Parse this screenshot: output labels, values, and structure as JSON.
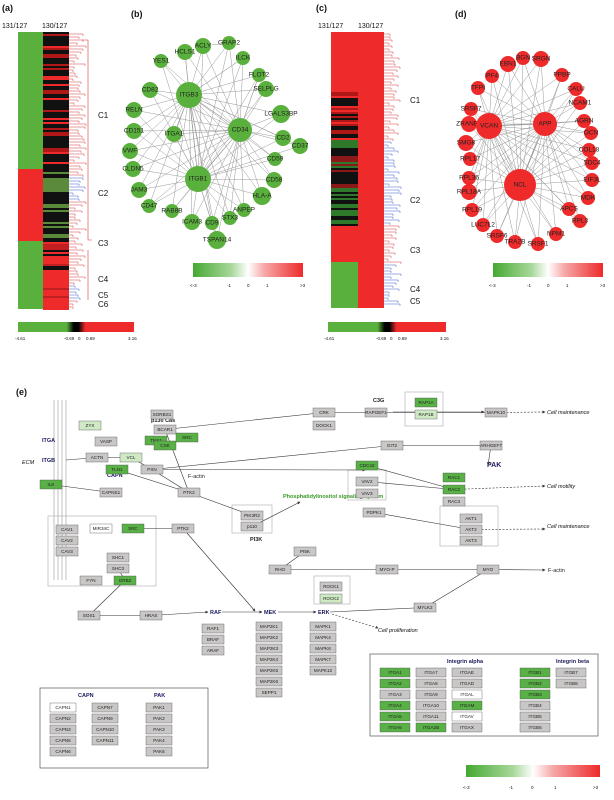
{
  "panels": {
    "a": {
      "label": "(a)",
      "col_headers": [
        "131/127",
        "130/127"
      ],
      "clusters": [
        "C1",
        "C2",
        "C3",
        "C4",
        "C5",
        "C6"
      ],
      "scale": [
        "-4.61",
        "-0.69",
        "0",
        "0.69",
        "3.16"
      ]
    },
    "b": {
      "label": "(b)",
      "nodes": [
        "ACLY",
        "GRAP2",
        "HCLS1",
        "YES1",
        "ILCK",
        "FLOT2",
        "CD82",
        "ITGB3",
        "SELPLG",
        "RELN",
        "LGALS3BP",
        "CD151",
        "ITGA1",
        "CD34",
        "CD2",
        "CD37",
        "VWF",
        "CD59",
        "CLDN5",
        "ITGB1",
        "CD58",
        "JAM3",
        "HLA-A",
        "CD47",
        "RAB8B",
        "ANPEP",
        "ICAM3",
        "CD9",
        "STX3",
        "TSPAN14"
      ],
      "scale": [
        "<-3",
        "-1",
        "0",
        "1",
        ">3"
      ]
    },
    "c": {
      "label": "(c)",
      "col_headers": [
        "131/127",
        "130/127"
      ],
      "clusters": [
        "C1",
        "C2",
        "C3",
        "C4",
        "C5"
      ],
      "scale": [
        "-4.61",
        "-0.69",
        "0",
        "0.69",
        "3.16"
      ]
    },
    "d": {
      "label": "(d)",
      "nodes": [
        "PF4",
        "EBN1",
        "BGN",
        "SRGN",
        "TFPI",
        "PPBP",
        "CALU",
        "NCAM1",
        "SRSF7",
        "ZRANB2",
        "VCAN",
        "APP",
        "AGRN",
        "OCN",
        "SMG8",
        "RPL17",
        "RPL36",
        "RPL18A",
        "NCL",
        "COL18",
        "SDC4",
        "EIF3L",
        "MDK",
        "RPL19",
        "LUC7L2",
        "SRSF6",
        "TRA2B",
        "SRSF1",
        "NPM1",
        "RPL3",
        "APCS"
      ],
      "scale": [
        "<-3",
        "-1",
        "0",
        "1",
        ">3"
      ]
    },
    "e": {
      "label": "(e)",
      "scale": [
        "<-3",
        "-1",
        "0",
        "1",
        ">3"
      ],
      "labels": {
        "ecm": "ECM",
        "itga": "ITGA",
        "itgb": "ITGB",
        "capn": "CAPN",
        "p130": "p130 Cas",
        "c3g": "C3G",
        "pak": "PAK",
        "pi3k": "PI3K",
        "pi_sig": "Phosphatidylinositol signaling system",
        "raf": "RAF",
        "mek": "MEK",
        "erk": "ERK",
        "factin1": "F-actin",
        "factin2": "F-actin",
        "cell_maint1": "Cell maintenance",
        "cell_maint2": "Cell maintenance",
        "cell_mot": "Cell motility",
        "cell_prolif": "Cell proliferation",
        "legend_capn": "CAPN",
        "legend_pak": "PAK",
        "legend_int_alpha": "Integrin alpha",
        "legend_int_beta": "Integrin beta"
      },
      "boxes": {
        "zyx": "ZYX",
        "sorbs1": "SORBS1",
        "vasp": "VASP",
        "tns1": "TNS1",
        "actn": "ACTN",
        "vcl": "VCL",
        "tln1": "TLN1",
        "pxn": "PXN",
        "ilk": "ILK",
        "capns1": "CAPNS1",
        "bcar1": "BCAR1",
        "csk": "CSK",
        "src1": "SRC",
        "crk": "CRK",
        "dock1": "DOCK1",
        "rapgef1": "RAPGEF1",
        "rap1a": "RAP1A",
        "rap1b": "RAP1B",
        "mapk10": "MAPK10",
        "git2": "GIT2",
        "arhgef7": "ARHGEF7",
        "ptk2a": "PTK2",
        "cav1": "CAV1",
        "cav2": "CAV2",
        "cav3": "CAV3",
        "mir34c": "MIR34C",
        "src2": "SRC",
        "ptk2b": "PTK2",
        "pik3r2": "PIK3R2",
        "p110": "p110",
        "cdc42": "CDC42",
        "vav2": "VAV2",
        "vav3": "VAV3",
        "rac1": "RAC1",
        "rac2": "RAC2",
        "rac3": "RAC3",
        "pdpk1": "PDPK1",
        "akt1": "AKT1",
        "akt2": "AKT2",
        "akt3": "AKT3",
        "shc1": "SHC1",
        "shc3": "SHC3",
        "fyn": "FYN",
        "grb2": "GRB2",
        "pi5k": "PI5K",
        "rho": "RHO",
        "myop": "MYO-P",
        "myo": "MYO",
        "rock1": "ROCK1",
        "rock2": "ROCK2",
        "sos1": "SOS1",
        "hras": "HRAS",
        "raf1": "RAF1",
        "braf": "BRAF",
        "araf": "ARAF",
        "mylk2": "MYLK2"
      },
      "mek_list": [
        "MAP2K1",
        "MAP2K2",
        "MAP2K3",
        "MAP2K4",
        "MAP2K5",
        "MAP2K6",
        "SEPP1"
      ],
      "erk_list": [
        "MAPK1",
        "MAPK4",
        "MAPK6",
        "MAPK7",
        "MAPK12"
      ],
      "capn_list": [
        [
          "CAPN1",
          "CAPN7"
        ],
        [
          "CAPN2",
          "CAPN9"
        ],
        [
          "CAPN3",
          "CAPN10"
        ],
        [
          "CAPN5",
          "CAPN11"
        ],
        [
          "CAPN6",
          ""
        ]
      ],
      "pak_list": [
        "PAK1",
        "PAK2",
        "PAK3",
        "PAK4",
        "PAK6"
      ],
      "itga_list": [
        [
          "ITGA1",
          "ITGA7",
          "ITGAE"
        ],
        [
          "ITGA2",
          "ITGA8",
          "ITGAD"
        ],
        [
          "ITGA3",
          "ITGA9",
          "ITGAL"
        ],
        [
          "ITGA4",
          "ITGA10",
          "ITGAM"
        ],
        [
          "ITGA5",
          "ITGA11",
          "ITGAV"
        ],
        [
          "ITGA6",
          "ITGA2B",
          "ITGAX"
        ]
      ],
      "itgb_list": [
        [
          "ITGB1",
          "ITGB7"
        ],
        [
          "ITGB2",
          "ITGB8"
        ],
        [
          "ITGB3",
          ""
        ],
        [
          "ITGB4",
          ""
        ],
        [
          "ITGB5",
          ""
        ],
        [
          "ITGB6",
          ""
        ]
      ]
    }
  },
  "colors": {
    "up": "#ee2a2a",
    "down": "#5ab03c",
    "neutral": "#ffffff",
    "box": "#c9c6c6",
    "box_green": "#58b046",
    "box_lightgreen": "#cfe9c4",
    "mir": "#7a2d8c"
  }
}
